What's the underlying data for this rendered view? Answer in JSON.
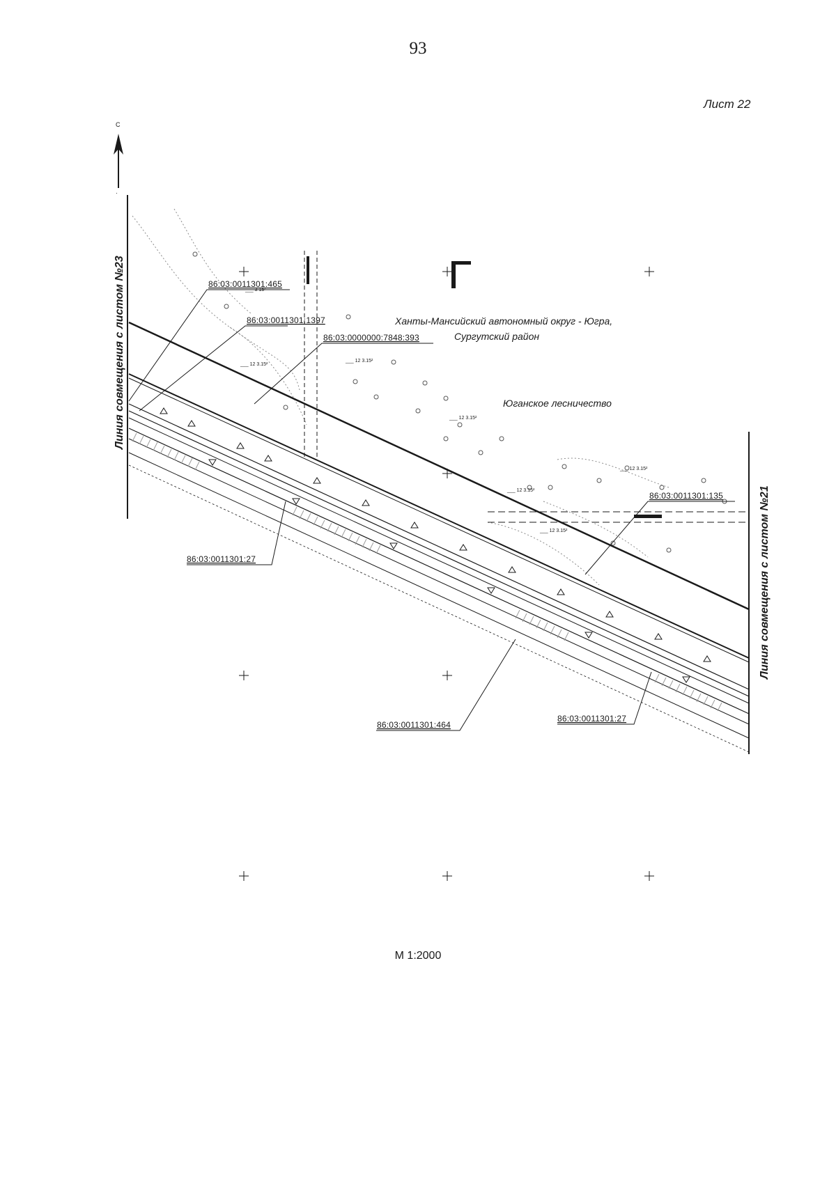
{
  "page_number": "93",
  "sheet_label": "Лист 22",
  "scale_text": "М 1:2000",
  "north_arrow_label": "С",
  "region": {
    "line1": "Ханты-Мансийский автономный округ - Югра,",
    "line2": "Сургутский район"
  },
  "forestry_label": "Юганское лесничество",
  "match_lines": {
    "left": "Линия совмещения с листом №23",
    "right": "Линия совмещения с листом №21"
  },
  "cadastral_labels": {
    "c465": "86:03:0011301:465",
    "c1397": "86:03:0011301:1397",
    "c7848_393": "86:03:0000000:7848:393",
    "c135": "86:03:0011301:135",
    "c27_left": "86:03:0011301:27",
    "c464": "86:03:0011301:464",
    "c27_right": "86:03:0011301:27"
  },
  "colors": {
    "ink": "#1a1a1a",
    "faint": "#8a8a8a",
    "hatch": "#9c9c9c"
  }
}
